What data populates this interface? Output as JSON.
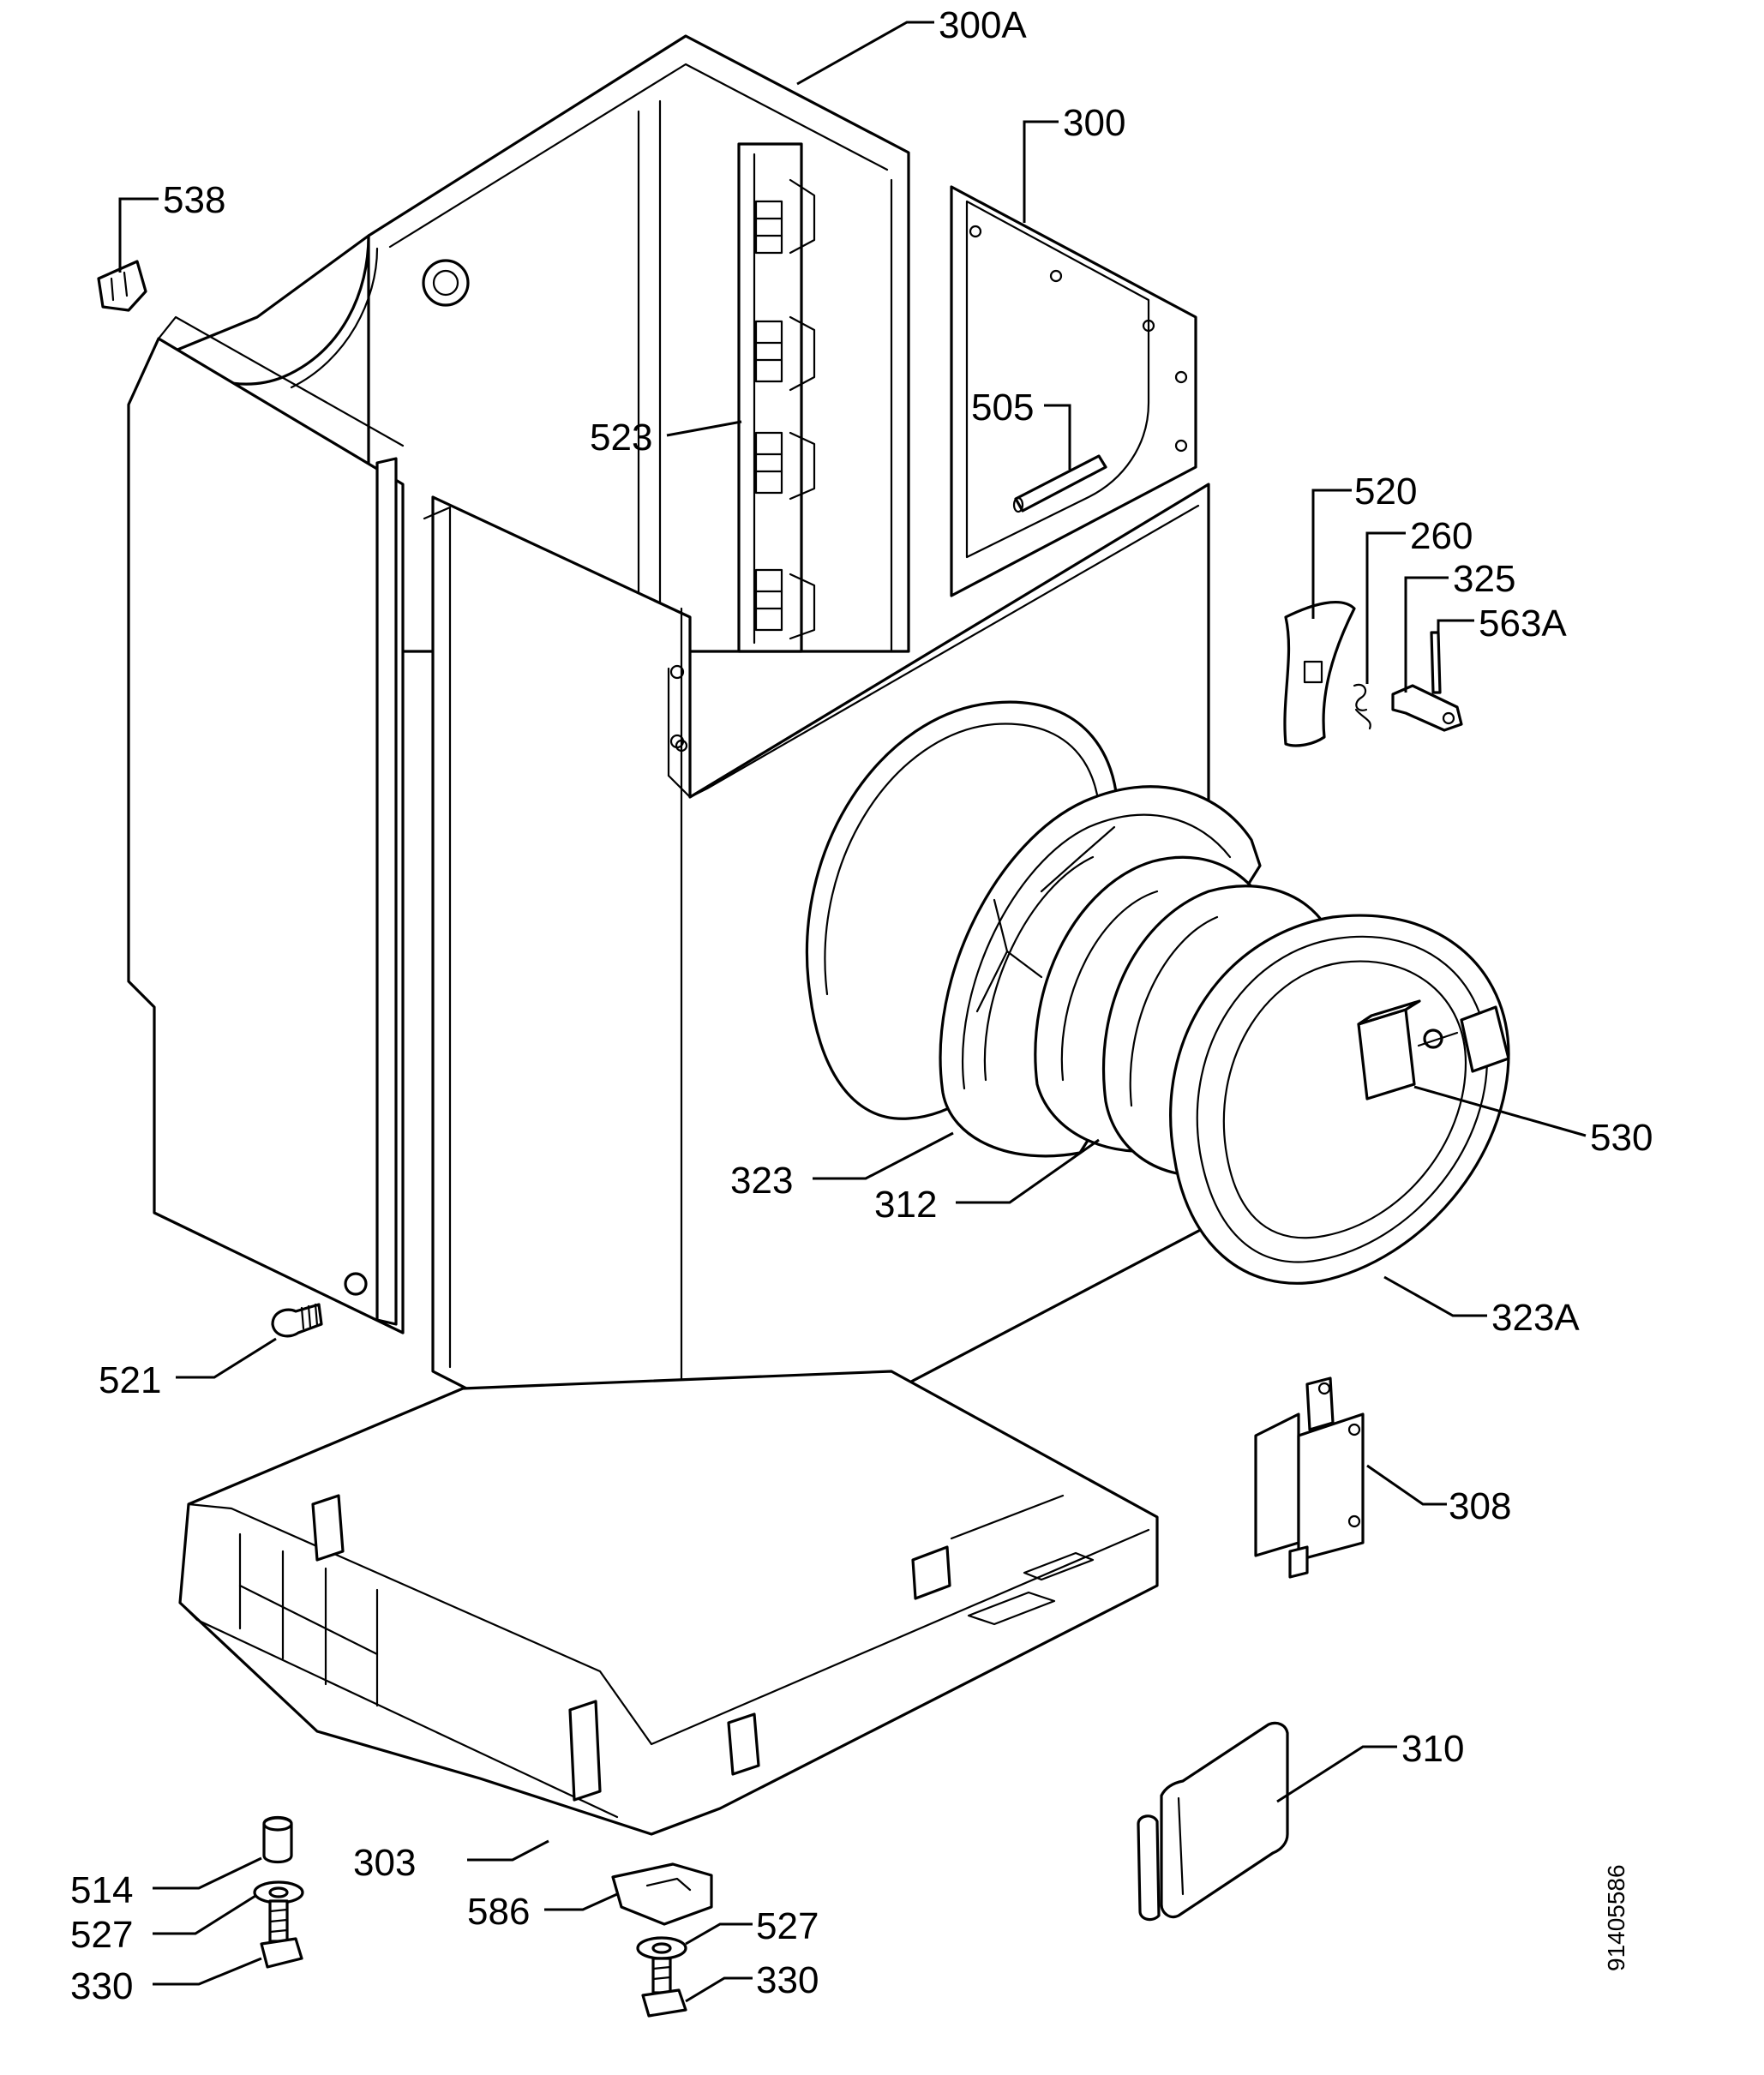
{
  "drawing_code": "91405586",
  "callouts": [
    {
      "id": "c300A",
      "label": "300A"
    },
    {
      "id": "c300",
      "label": "300"
    },
    {
      "id": "c538",
      "label": "538"
    },
    {
      "id": "c505",
      "label": "505"
    },
    {
      "id": "c523",
      "label": "523"
    },
    {
      "id": "c520",
      "label": "520"
    },
    {
      "id": "c260",
      "label": "260"
    },
    {
      "id": "c325",
      "label": "325"
    },
    {
      "id": "c563A",
      "label": "563A"
    },
    {
      "id": "c530",
      "label": "530"
    },
    {
      "id": "c323",
      "label": "323"
    },
    {
      "id": "c312",
      "label": "312"
    },
    {
      "id": "c323A",
      "label": "323A"
    },
    {
      "id": "c521",
      "label": "521"
    },
    {
      "id": "c308",
      "label": "308"
    },
    {
      "id": "c310",
      "label": "310"
    },
    {
      "id": "c303",
      "label": "303"
    },
    {
      "id": "c586",
      "label": "586"
    },
    {
      "id": "c514",
      "label": "514"
    },
    {
      "id": "c527a",
      "label": "527"
    },
    {
      "id": "c330a",
      "label": "330"
    },
    {
      "id": "c527b",
      "label": "527"
    },
    {
      "id": "c330b",
      "label": "330"
    }
  ]
}
